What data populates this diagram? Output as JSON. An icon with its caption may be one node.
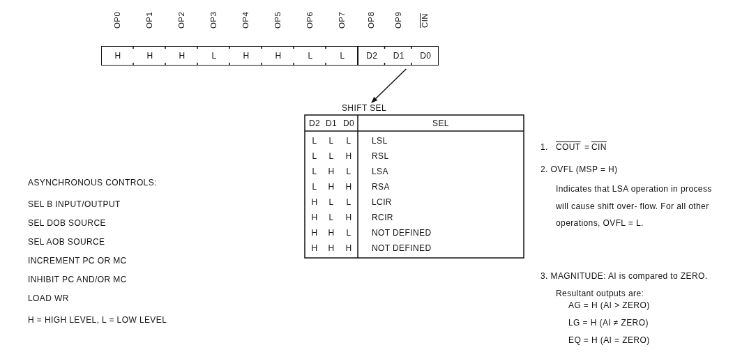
{
  "diagram": {
    "nodes": [
      {
        "text": [
          "H",
          "H",
          "H",
          "L",
          "H",
          "H",
          "L",
          "L"
        ]
      },
      {
        "text": [
          "D2",
          "D1",
          "D0"
        ]
      },
      {
        "text": [
          "SHIFT SEL"
        ]
      }
    ],
    "edges": [
      {
        "from": 1,
        "to": 2,
        "arrow": "to"
      }
    ],
    "labels": [
      "OP0",
      "OP1",
      "OP2",
      "OP3",
      "OP4",
      "OP5",
      "OP6",
      "OP7",
      "OP8",
      "OP9",
      "CIN",
      "D2",
      "D1",
      "D0",
      "SEL",
      "L",
      "L",
      "L",
      "LSL",
      "L",
      "L",
      "H",
      "RSL",
      "L",
      "H",
      "L",
      "LSA",
      "L",
      "H",
      "H",
      "RSA",
      "H",
      "L",
      "L",
      "LCIR",
      "H",
      "L",
      "H",
      "RCIR",
      "H",
      "H",
      "L",
      "NOT DEFINED",
      "H",
      "H",
      "H",
      "NOT DEFINED",
      "ASYNCHRONOUS CONTROLS:",
      "SEL B INPUT/OUTPUT",
      "SEL DOB SOURCE",
      "SEL AOB SOURCE",
      "INCREMENT PC OR MC",
      "INHIBIT PC AND/OR MC",
      "LOAD WR",
      "H = HIGH LEVEL, L = LOW LEVEL",
      "1.",
      "COUT",
      "=",
      "CIN",
      "2. OVFL (MSP = H)",
      "Indicates that LSA operation in process will cause shift over- flow. For all other operations, OVFL = L.",
      "3. MAGNITUDE:  AI is compared to ZERO. Resultant outputs are:",
      "AG = H (AI > ZERO)",
      "LG = H (AI ≠ ZERO)",
      "EQ = H (AI = ZERO)"
    ]
  }
}
